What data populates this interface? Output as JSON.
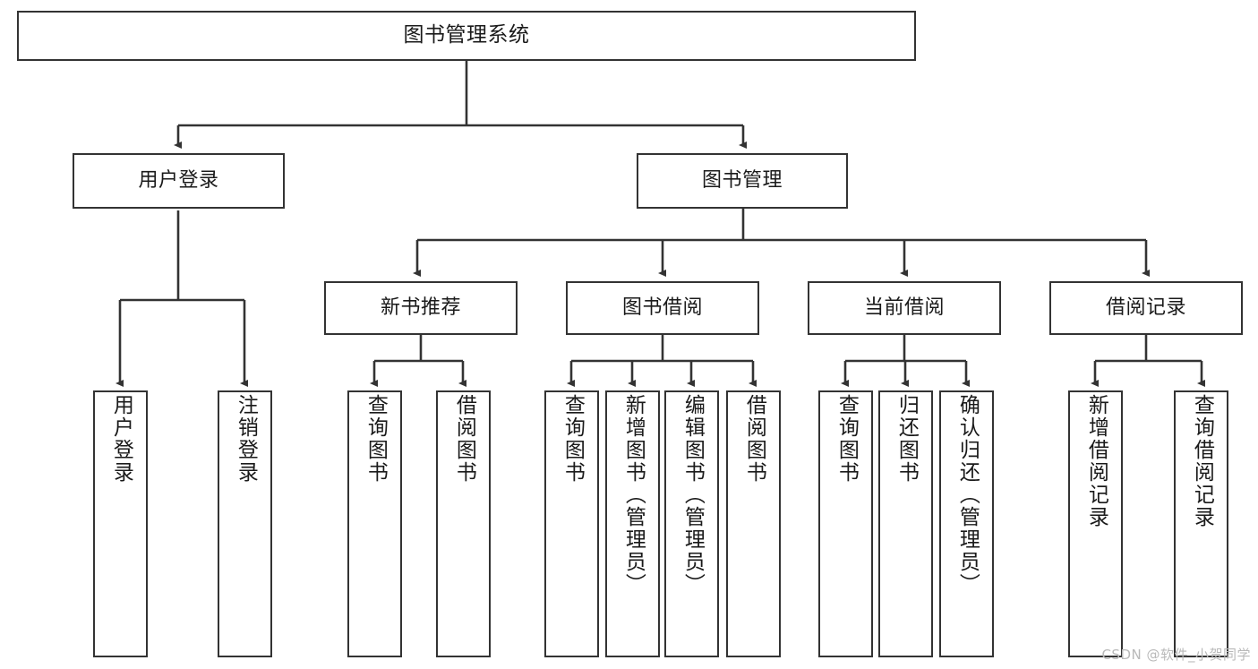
{
  "diagram": {
    "title": "图书管理系统",
    "type": "tree-hierarchy-diagram",
    "root": {
      "label": "图书管理系统"
    },
    "level1": [
      {
        "label": "用户登录"
      },
      {
        "label": "图书管理"
      }
    ],
    "level2": [
      {
        "label": "新书推荐"
      },
      {
        "label": "图书借阅"
      },
      {
        "label": "当前借阅"
      },
      {
        "label": "借阅记录"
      }
    ],
    "leaves": {
      "user_login": [
        {
          "label": "用户登录"
        },
        {
          "label": "注销登录"
        }
      ],
      "new_book": [
        {
          "label": "查询图书"
        },
        {
          "label": "借阅图书"
        }
      ],
      "book_borrow": [
        {
          "label": "查询图书"
        },
        {
          "label": "新增图书（管理员）"
        },
        {
          "label": "编辑图书（管理员）"
        },
        {
          "label": "借阅图书"
        }
      ],
      "current_borrow": [
        {
          "label": "查询图书"
        },
        {
          "label": "归还图书"
        },
        {
          "label": "确认归还（管理员）"
        }
      ],
      "borrow_record": [
        {
          "label": "新增借阅记录"
        },
        {
          "label": "查询借阅记录"
        }
      ]
    }
  },
  "watermark": {
    "text": "CSDN @软件_小贺同学"
  },
  "colors": {
    "stroke": "#333333",
    "fill": "#ffffff",
    "text": "#1a1a1a",
    "watermark": "#b9b9b9"
  }
}
